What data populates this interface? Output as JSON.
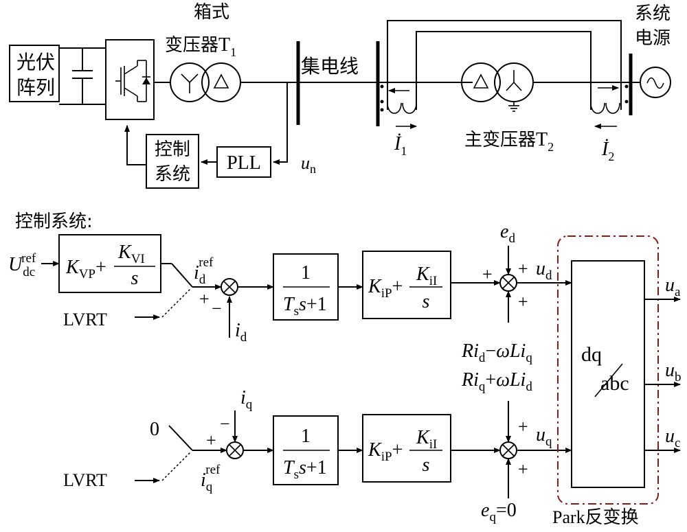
{
  "top": {
    "pv_array": {
      "line1": "光伏",
      "line2": "阵列"
    },
    "t1_label_line1": "箱式",
    "t1_label_line2": "变压器",
    "collector_line": "集电线",
    "system_source": {
      "line1": "系统",
      "line2": "电源"
    },
    "pll": "PLL",
    "control_box": {
      "line1": "控制",
      "line2": "系统"
    },
    "un_sub": "n",
    "t2_label": "主变压器"
  },
  "bottom": {
    "title": "控制系统:",
    "lvrt": "LVRT",
    "plus": "+",
    "minus": "−",
    "one": "1",
    "s": "s",
    "zero": "0",
    "eq_value": "=0",
    "dq": "dq",
    "abc": "abc",
    "park_prefix": "Park",
    "park_suffix": "反变换"
  },
  "colors": {
    "line": "#000000",
    "park_frame": "#8b1a1a"
  }
}
